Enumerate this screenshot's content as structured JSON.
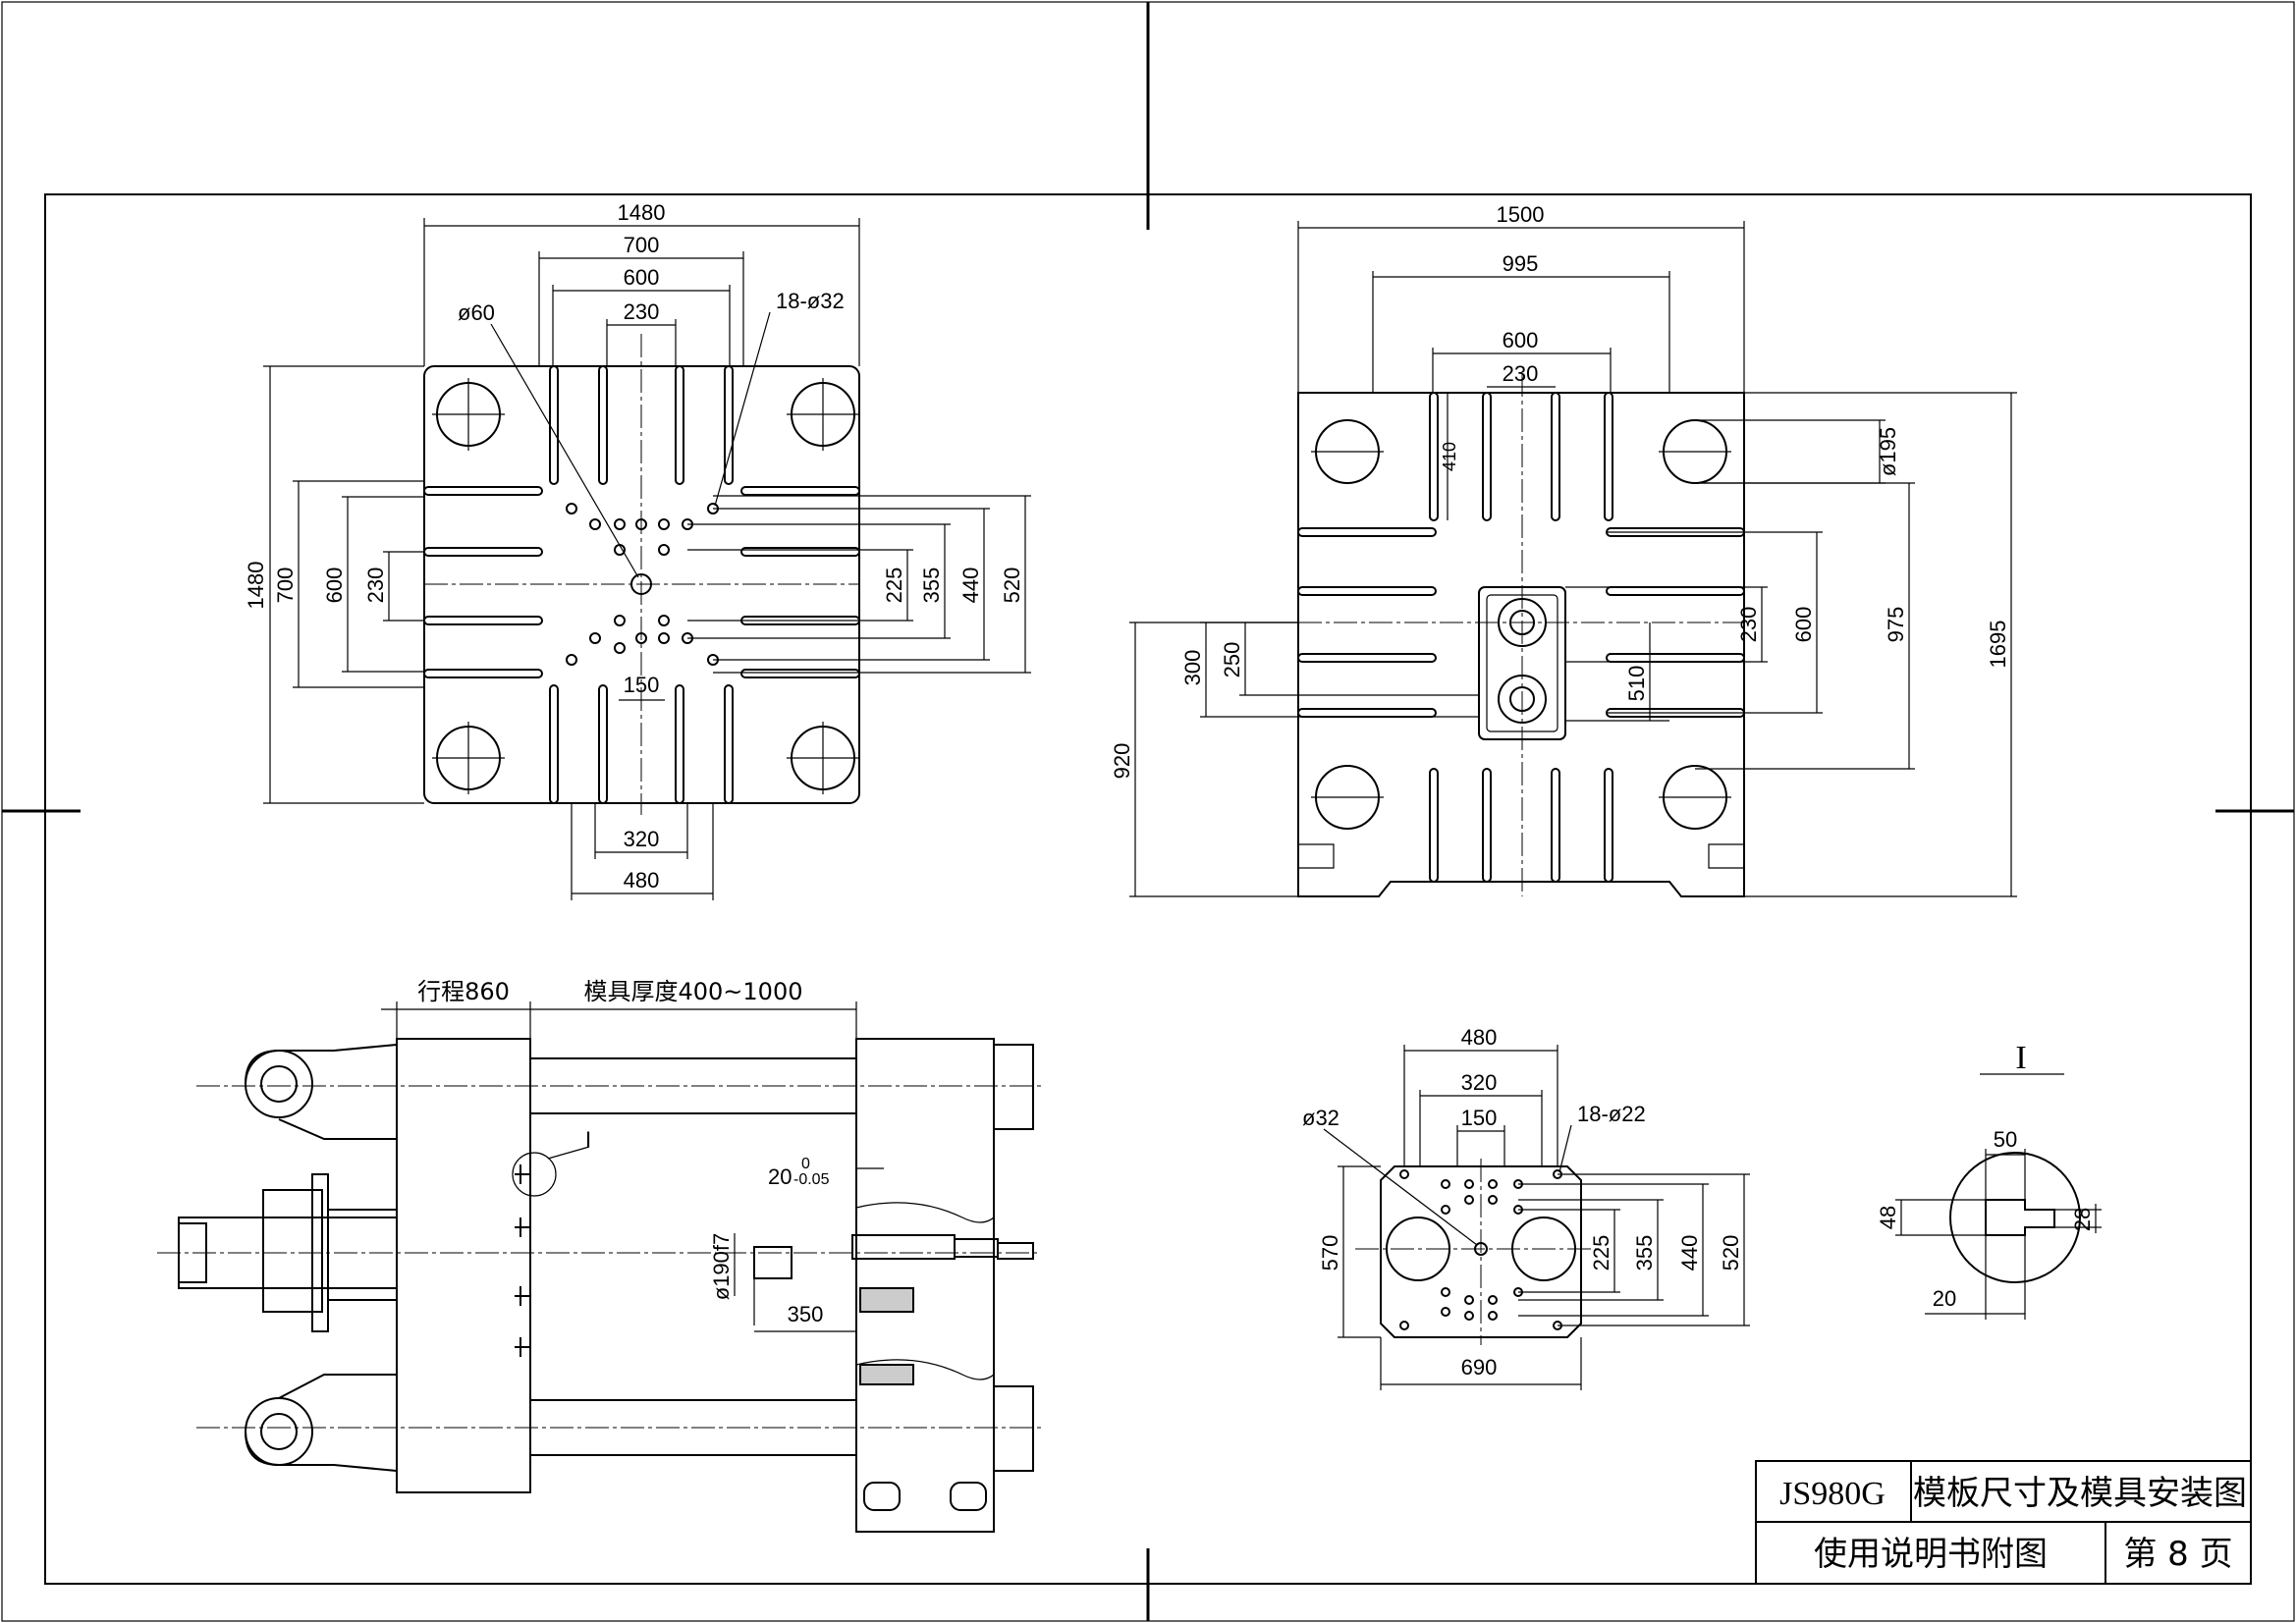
{
  "title_block": {
    "model": "JS980G",
    "drawing_title": "模板尺寸及模具安装图",
    "subtitle": "使用说明书附图",
    "page_label": "第 8 页"
  },
  "fixed_platen": {
    "dims": {
      "width_total": "1480",
      "d700_top": "700",
      "d600_top": "600",
      "d230_top": "230",
      "phi60": "ø60",
      "holes": "18-ø32",
      "height_total": "1480",
      "h700": "700",
      "h600": "600",
      "h230": "230",
      "r225": "225",
      "r355": "355",
      "r440": "440",
      "r520": "520",
      "d150": "150",
      "d320": "320",
      "d480": "480"
    }
  },
  "moving_platen": {
    "dims": {
      "width_total": "1500",
      "d995": "995",
      "d600": "600",
      "d230": "230",
      "d410": "410",
      "phi195": "ø195",
      "r230": "230",
      "r600": "600",
      "r975": "975",
      "r1695": "1695",
      "l300": "300",
      "l250": "250",
      "l510": "510",
      "l920": "920"
    }
  },
  "side_view": {
    "dims": {
      "stroke": "行程860",
      "mold_thickness": "模具厚度400~1000",
      "detail_ref": "I",
      "tol_top": "0",
      "tol_base": "20",
      "tol_bottom": "-0.05",
      "shaft_dia": "ø190f7",
      "d350": "350"
    }
  },
  "ejector_plate": {
    "dims": {
      "d480": "480",
      "d320": "320",
      "d150": "150",
      "phi32": "ø32",
      "holes": "18-ø22",
      "h570": "570",
      "r225": "225",
      "r355": "355",
      "r440": "440",
      "r520": "520",
      "d690": "690"
    }
  },
  "detail_i": {
    "label": "I",
    "d50": "50",
    "d48": "48",
    "d28": "28",
    "d20": "20"
  }
}
